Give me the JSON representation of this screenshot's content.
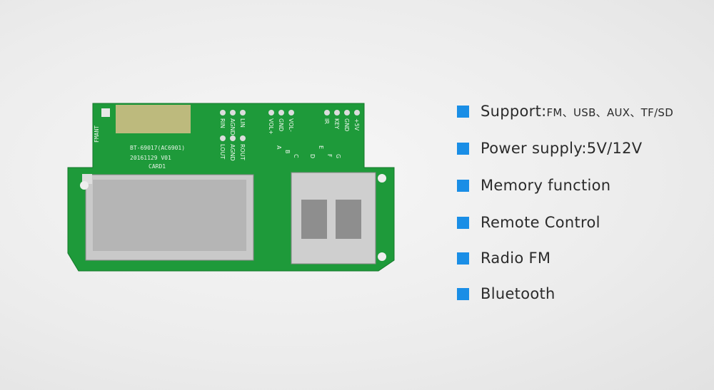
{
  "colors": {
    "bullet": "#1a8ee6",
    "pcb": "#1e9a3a",
    "text": "#2b2b2b"
  },
  "board": {
    "model": "BT-69017(AC6901)",
    "revision": "20161129  V01",
    "card_label": "CARD1",
    "antenna_label": "FMANT",
    "pins_left": [
      "RIN",
      "AGND",
      "LIN"
    ],
    "pins_left2": [
      "LOUT",
      "AGND",
      "ROUT"
    ],
    "pins_mid": [
      "VOL+",
      "GND",
      "VOL-"
    ],
    "pins_right": [
      "IR",
      "KEY",
      "GND",
      "+5V"
    ],
    "letters": [
      "A",
      "B",
      "C",
      "D",
      "E",
      "F",
      "G"
    ]
  },
  "features": [
    {
      "label": "Support:",
      "detail": "FM、USB、AUX、TF/SD"
    },
    {
      "label": "Power supply:5V/12V",
      "detail": ""
    },
    {
      "label": "Memory function",
      "detail": ""
    },
    {
      "label": "Remote Control",
      "detail": ""
    },
    {
      "label": "Radio FM",
      "detail": ""
    },
    {
      "label": "Bluetooth",
      "detail": ""
    }
  ]
}
